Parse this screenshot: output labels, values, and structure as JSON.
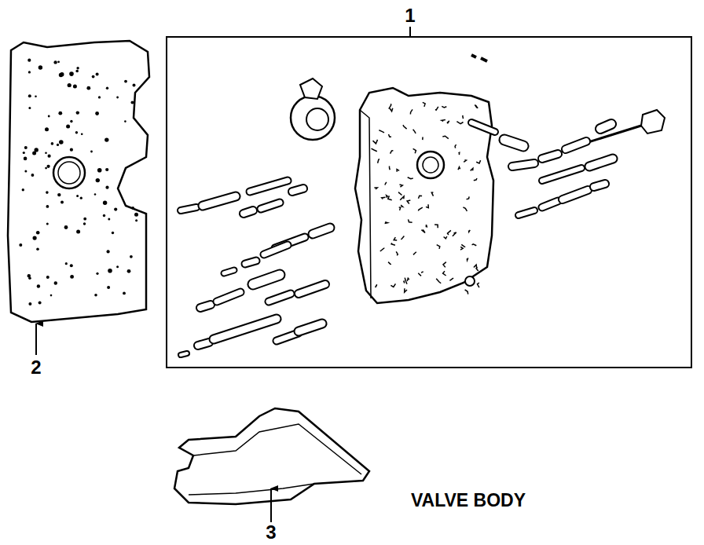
{
  "diagram": {
    "labels": [
      "1",
      "2",
      "3",
      "VALVE BODY"
    ]
  }
}
